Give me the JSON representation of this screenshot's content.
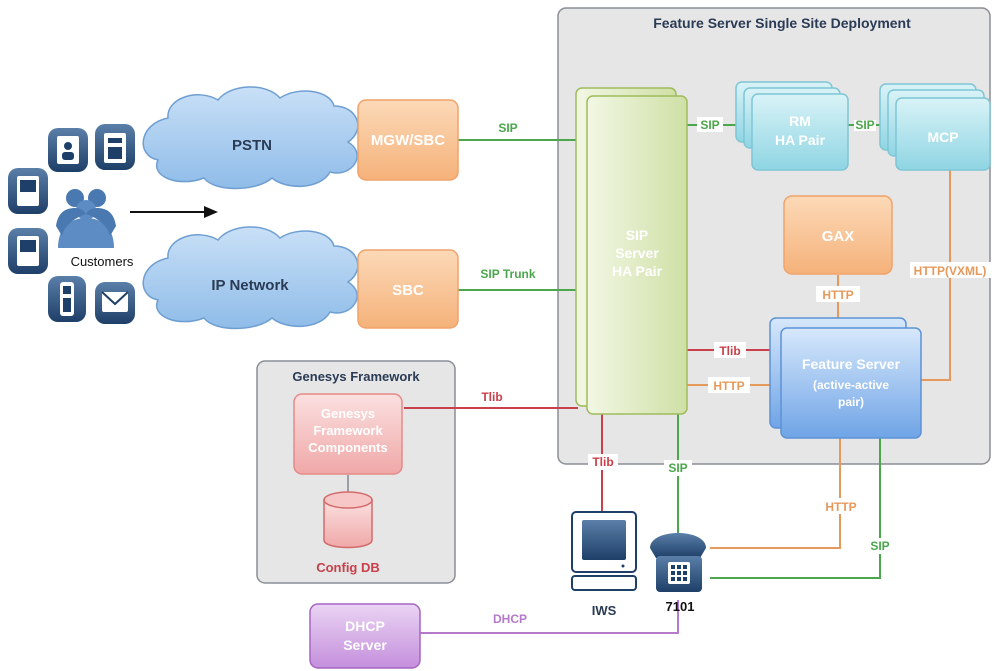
{
  "feature_server_site": {
    "title": "Feature Server Single Site Deployment"
  },
  "framework": {
    "title": "Genesys Framework",
    "components_line1": "Genesys",
    "components_line2": "Framework",
    "components_line3": "Components",
    "db": "Config DB"
  },
  "clouds": {
    "pstn": "PSTN",
    "ip_network": "IP Network"
  },
  "customers": {
    "label": "Customers"
  },
  "boxes": {
    "mgw_sbc": "MGW/SBC",
    "sbc": "SBC",
    "sip_server_line1": "SIP",
    "sip_server_line2": "Server",
    "sip_server_line3": "HA Pair",
    "rm_line1": "RM",
    "rm_line2": "HA Pair",
    "mcp": "MCP",
    "gax": "GAX",
    "fs_line1": "Feature Server",
    "fs_line2": "(active-active",
    "fs_line3": "pair)",
    "dhcp_line1": "DHCP",
    "dhcp_line2": "Server"
  },
  "devices": {
    "iws": "IWS",
    "phone": "7101"
  },
  "links": {
    "sip_mgw": "SIP",
    "sip_trunk": "SIP Trunk",
    "sip_rm": "SIP",
    "sip_mcp": "SIP",
    "http_gax": "HTTP",
    "http_vxml": "HTTP(VXML)",
    "tlib_fs": "Tlib",
    "http_fs": "HTTP",
    "tlib_framework": "Tlib",
    "tlib_iws": "Tlib",
    "sip_phone": "SIP",
    "http_phone": "HTTP",
    "sip_fs_phone": "SIP",
    "dhcp": "DHCP"
  },
  "colors": {
    "sip": "#4ca64c",
    "http": "#e59a5c",
    "tlib": "#c9404a",
    "dhcp": "#b57ac9",
    "site_bg": "#e6e6e6",
    "framework_bg": "#e6e6e6"
  }
}
